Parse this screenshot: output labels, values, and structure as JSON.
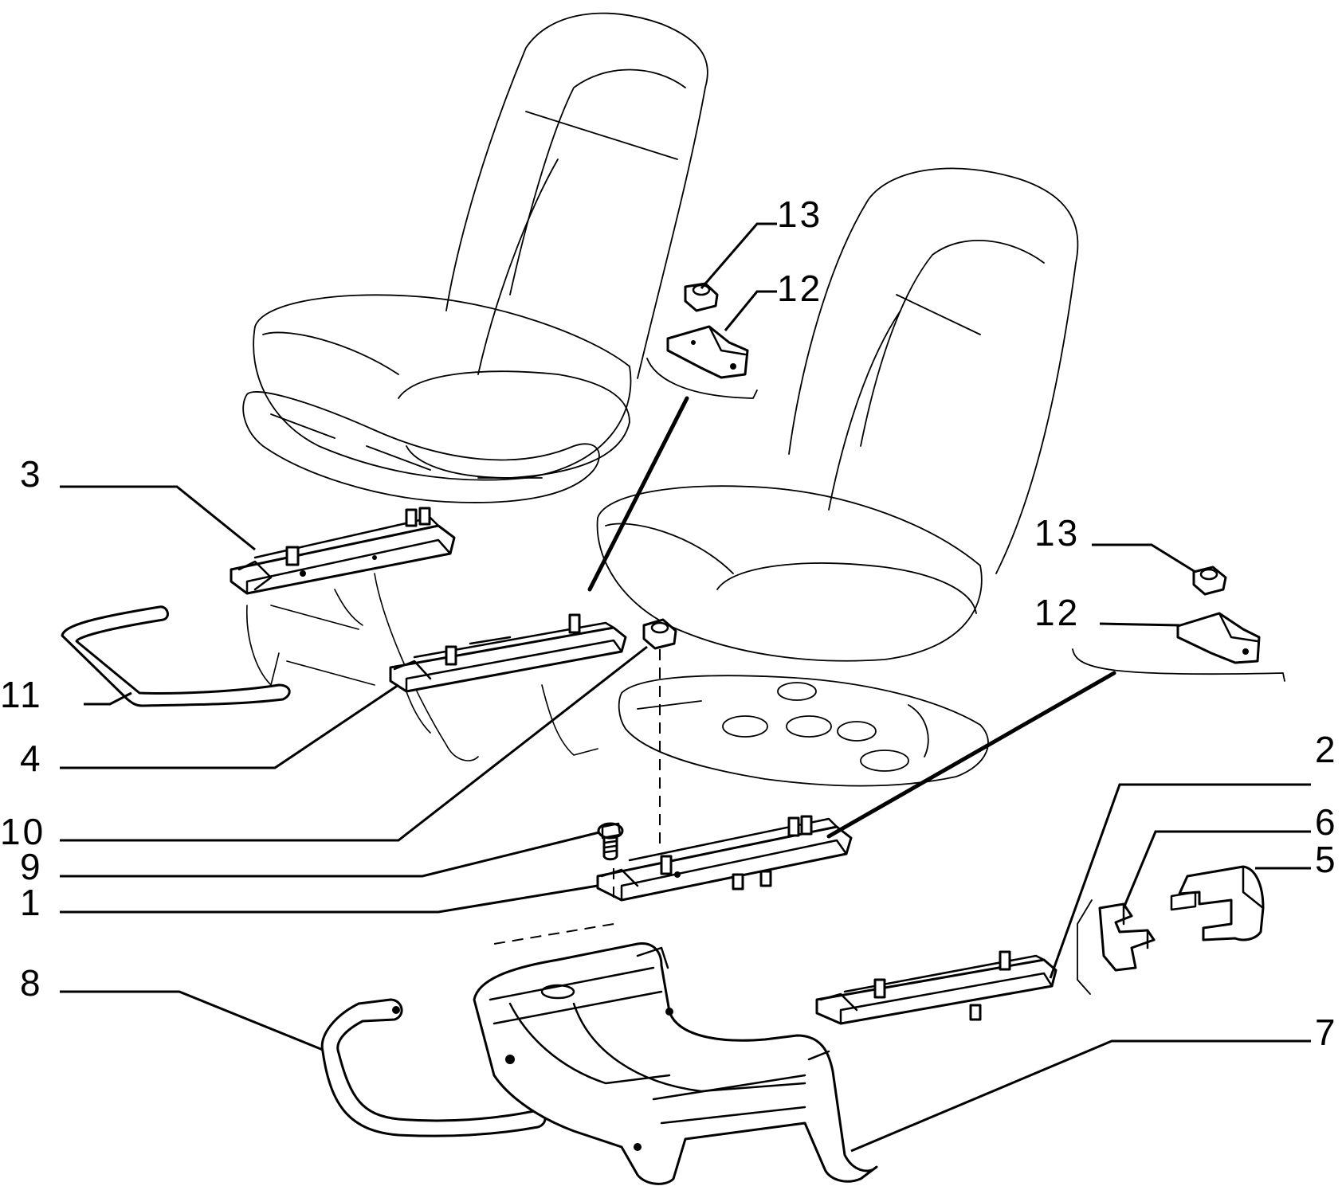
{
  "callouts": [
    {
      "key": "c3",
      "text": "3"
    },
    {
      "key": "c11",
      "text": "11"
    },
    {
      "key": "c4",
      "text": "4"
    },
    {
      "key": "c10",
      "text": "10"
    },
    {
      "key": "c9",
      "text": "9"
    },
    {
      "key": "c1",
      "text": "1"
    },
    {
      "key": "c8",
      "text": "8"
    },
    {
      "key": "c13a",
      "text": "13"
    },
    {
      "key": "c12a",
      "text": "12"
    },
    {
      "key": "c13b",
      "text": "13"
    },
    {
      "key": "c12b",
      "text": "12"
    },
    {
      "key": "c2",
      "text": "2"
    },
    {
      "key": "c6",
      "text": "6"
    },
    {
      "key": "c5",
      "text": "5"
    },
    {
      "key": "c7",
      "text": "7"
    }
  ]
}
